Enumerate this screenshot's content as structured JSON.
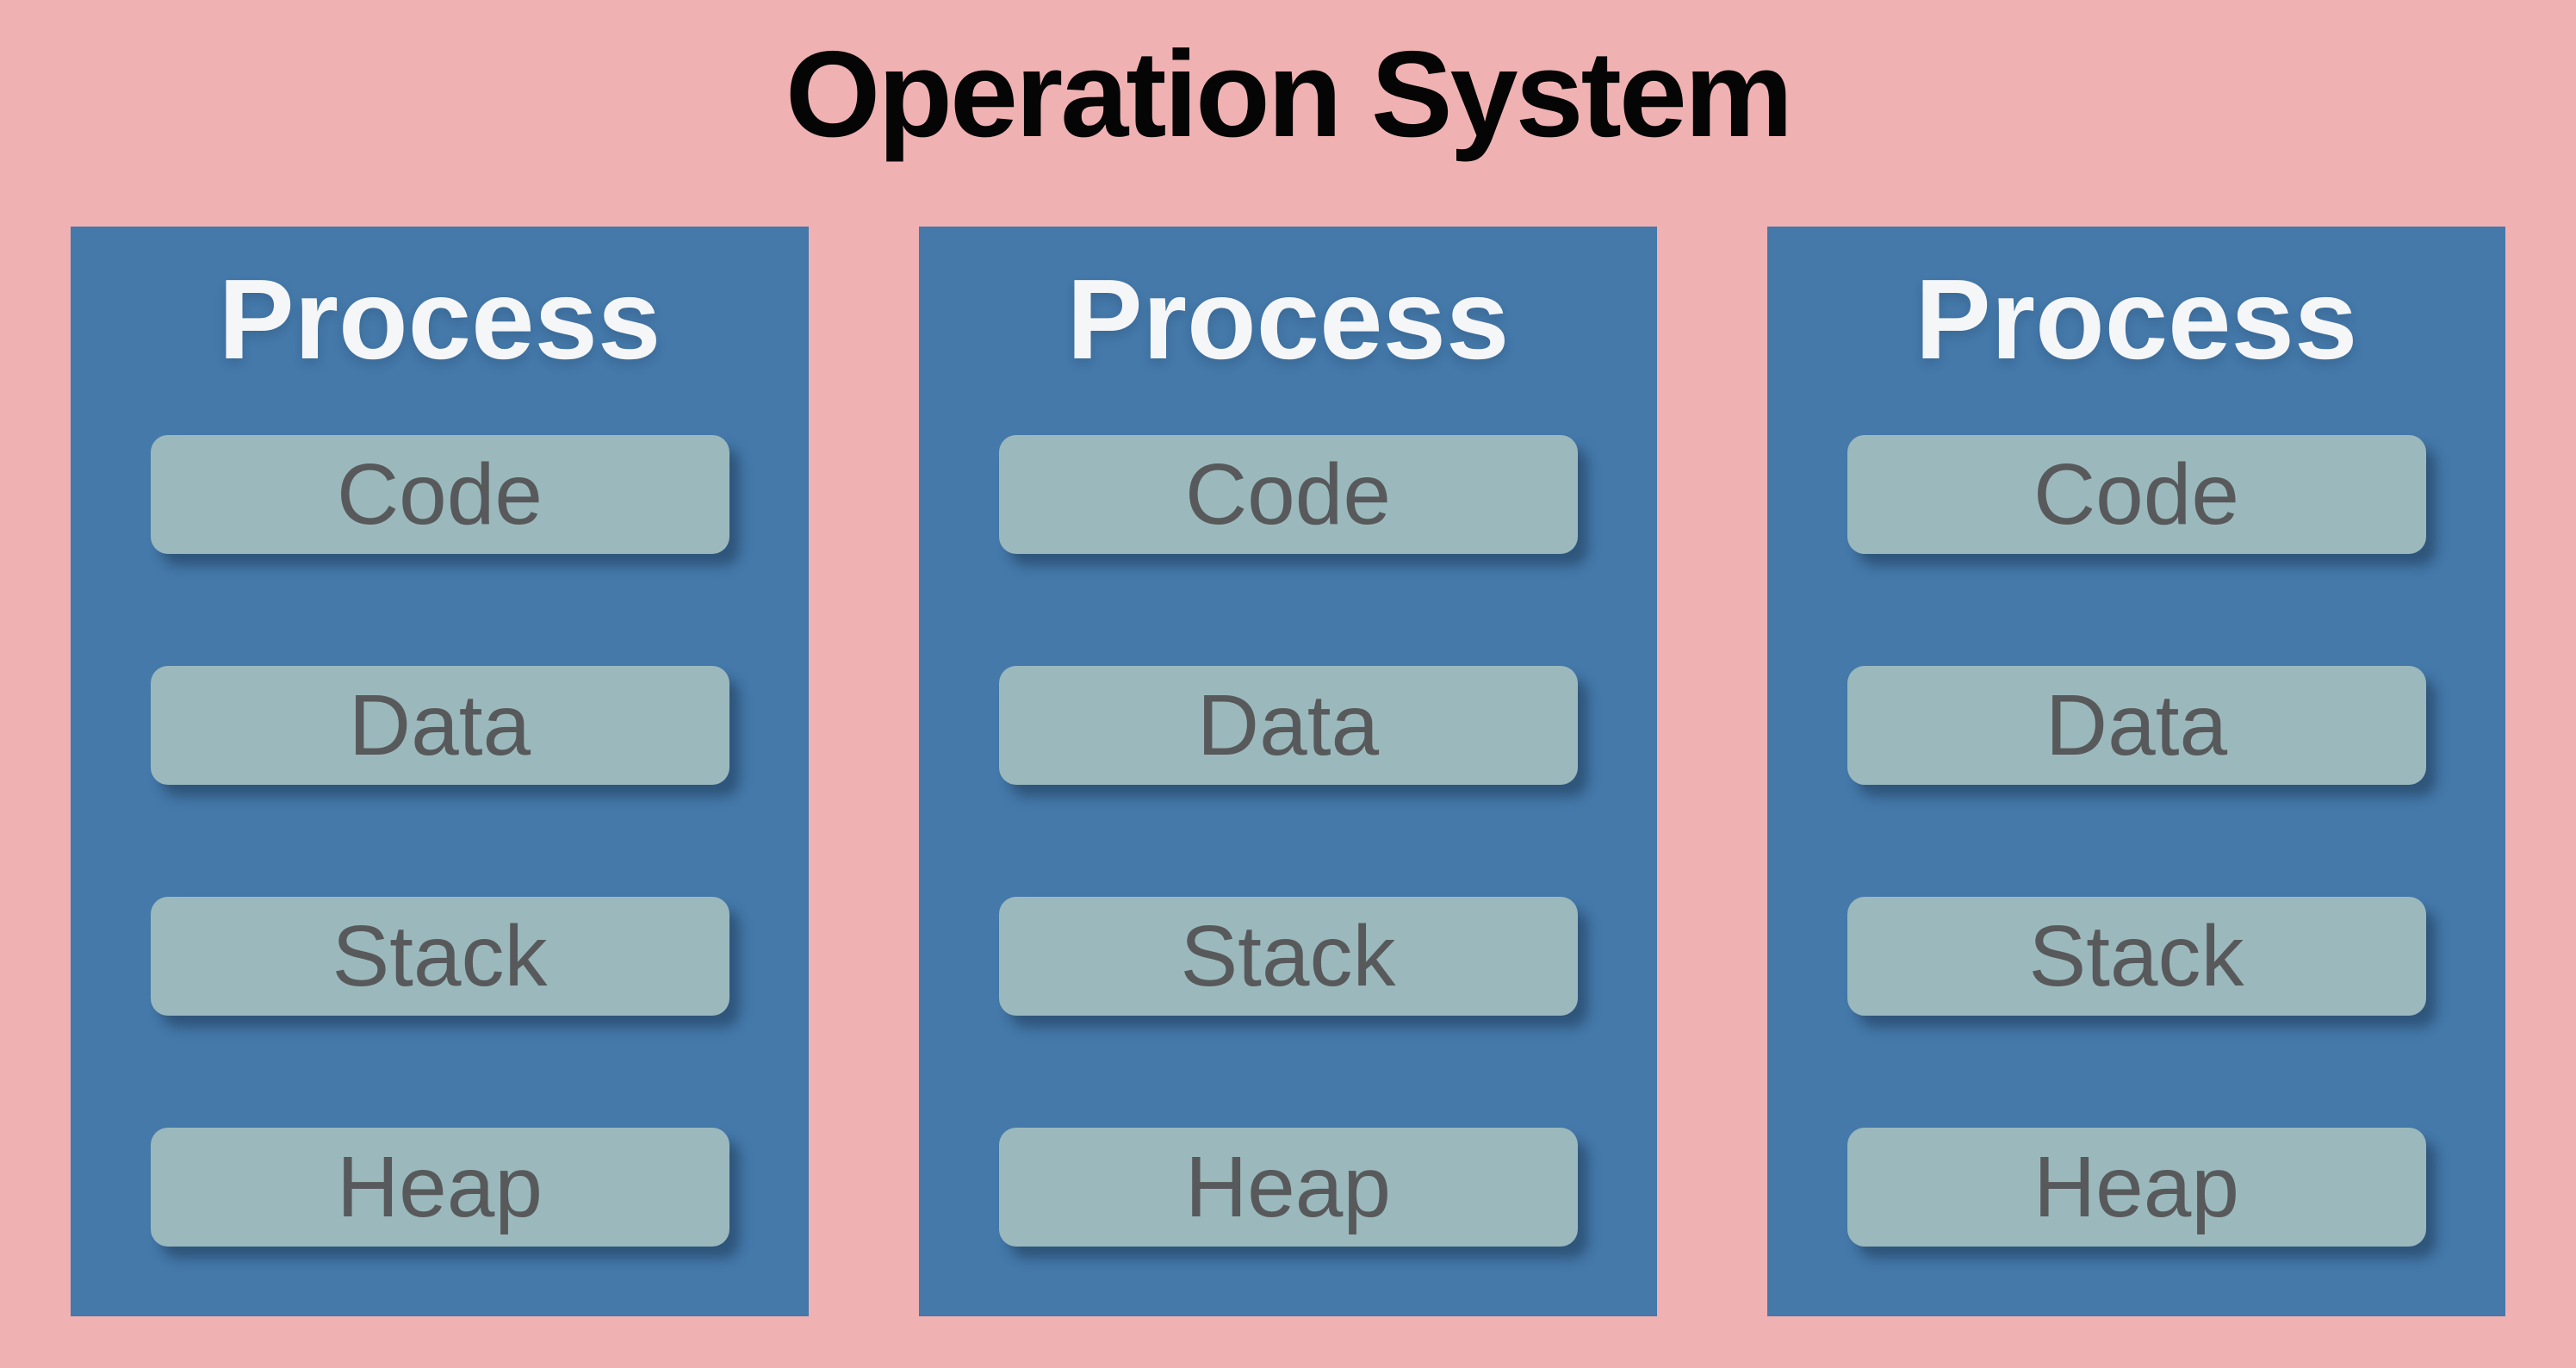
{
  "title": "Operation System",
  "colors": {
    "background": "#F0B1B2",
    "process_fill": "#4479AA",
    "segment_fill": "#9BB9BC",
    "segment_text": "#58595B",
    "process_title": "#F5F6F7",
    "title_text": "#050505"
  },
  "processes": [
    {
      "title": "Process",
      "segments": [
        "Code",
        "Data",
        "Stack",
        "Heap"
      ]
    },
    {
      "title": "Process",
      "segments": [
        "Code",
        "Data",
        "Stack",
        "Heap"
      ]
    },
    {
      "title": "Process",
      "segments": [
        "Code",
        "Data",
        "Stack",
        "Heap"
      ]
    }
  ]
}
